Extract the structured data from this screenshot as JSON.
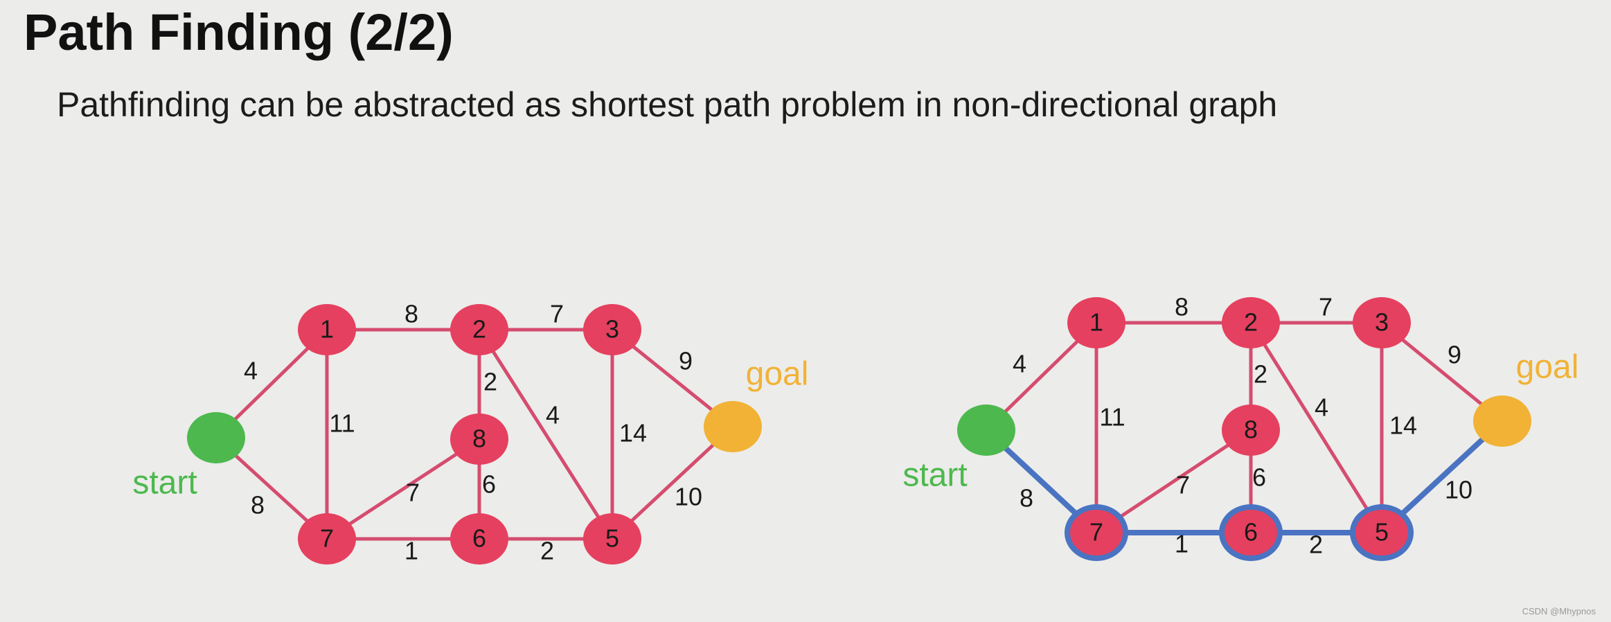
{
  "slide": {
    "title": "Path Finding (2/2)",
    "subtitle": "Pathfinding can be abstracted as shortest path problem in non-directional graph",
    "watermark": "CSDN @Mhypnos"
  },
  "colors": {
    "node": "#e5405f",
    "edge": "#d54c6f",
    "start": "#4db84e",
    "goal": "#f1b236",
    "path": "#4a73c2",
    "text": "#1a1a1a"
  },
  "graph": {
    "nodes": [
      {
        "id": "1",
        "label": "1",
        "kind": "node"
      },
      {
        "id": "2",
        "label": "2",
        "kind": "node"
      },
      {
        "id": "3",
        "label": "3",
        "kind": "node"
      },
      {
        "id": "8",
        "label": "8",
        "kind": "node"
      },
      {
        "id": "7",
        "label": "7",
        "kind": "node"
      },
      {
        "id": "6",
        "label": "6",
        "kind": "node"
      },
      {
        "id": "5",
        "label": "5",
        "kind": "node"
      },
      {
        "id": "start",
        "label": "start",
        "kind": "start"
      },
      {
        "id": "goal",
        "label": "goal",
        "kind": "goal"
      }
    ],
    "edges": [
      {
        "from": "start",
        "to": "1",
        "weight": "4"
      },
      {
        "from": "start",
        "to": "7",
        "weight": "8"
      },
      {
        "from": "1",
        "to": "2",
        "weight": "8"
      },
      {
        "from": "1",
        "to": "7",
        "weight": "11"
      },
      {
        "from": "2",
        "to": "3",
        "weight": "7"
      },
      {
        "from": "2",
        "to": "8",
        "weight": "2"
      },
      {
        "from": "2",
        "to": "5",
        "weight": "4"
      },
      {
        "from": "3",
        "to": "5",
        "weight": "14"
      },
      {
        "from": "3",
        "to": "goal",
        "weight": "9"
      },
      {
        "from": "8",
        "to": "7",
        "weight": "7"
      },
      {
        "from": "8",
        "to": "6",
        "weight": "6"
      },
      {
        "from": "7",
        "to": "6",
        "weight": "1"
      },
      {
        "from": "6",
        "to": "5",
        "weight": "2"
      },
      {
        "from": "5",
        "to": "goal",
        "weight": "10"
      }
    ]
  },
  "highlighted_path": [
    "start",
    "7",
    "6",
    "5",
    "goal"
  ]
}
